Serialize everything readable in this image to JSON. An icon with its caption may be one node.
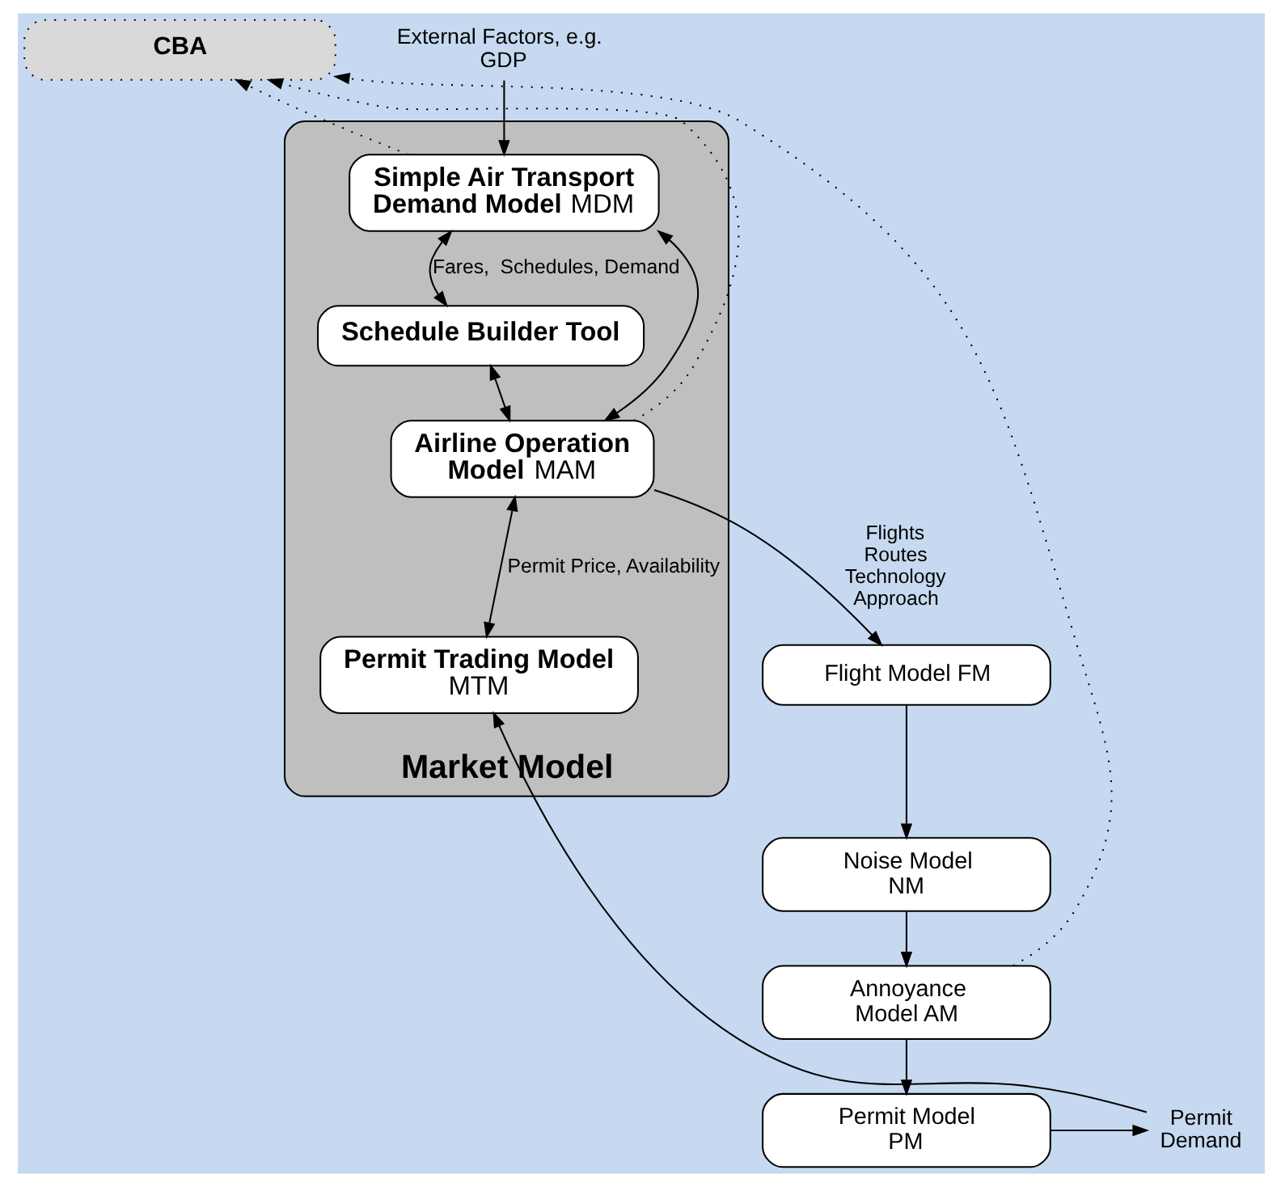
{
  "diagram": {
    "nodes": [
      {
        "text": [
          "Market Model"
        ]
      },
      {
        "text": [
          "External Factors, e.g. GDP"
        ]
      },
      {
        "text": [
          "**Simple Air Transport Demand Model** MDM"
        ],
        "in": 0
      },
      {
        "text": [
          "**Schedule Builder Tool**"
        ],
        "in": 0
      },
      {
        "text": [
          "**Airline Operation Model** MAM"
        ],
        "in": 0
      },
      {
        "text": [
          "**Permit Trading Model** MTM"
        ],
        "in": 0
      },
      {
        "text": [
          "**CBA**"
        ]
      },
      {
        "text": [
          "Flight Model FM"
        ]
      },
      {
        "text": [
          "Noise Model NM"
        ]
      },
      {
        "text": [
          "Annoyance Model AM"
        ]
      },
      {
        "text": [
          "Permit Model PM"
        ]
      },
      {
        "text": [
          "Permit Demand"
        ]
      }
    ],
    "edges": [
      {
        "from": 1,
        "to": 2,
        "arrow": "to"
      },
      {
        "from": 2,
        "to": 3,
        "arrow": "both",
        "label": "Fares,  Schedules, Demand"
      },
      {
        "from": 2,
        "to": 4,
        "arrow": "both"
      },
      {
        "from": 3,
        "to": 4,
        "arrow": "both"
      },
      {
        "from": 4,
        "to": 5,
        "arrow": "both",
        "label": "Permit Price, Availability"
      },
      {
        "from": 2,
        "to": 6,
        "arrow": "to",
        "style": "dashed"
      },
      {
        "from": 4,
        "to": 6,
        "arrow": "to",
        "style": "dashed"
      },
      {
        "from": 9,
        "to": 6,
        "arrow": "to",
        "style": "dashed"
      },
      {
        "from": 4,
        "to": 7,
        "arrow": "to",
        "label": "Flights Routes Technology Approach"
      },
      {
        "from": 7,
        "to": 8,
        "arrow": "to"
      },
      {
        "from": 8,
        "to": 9,
        "arrow": "to"
      },
      {
        "from": 9,
        "to": 10,
        "arrow": "to"
      },
      {
        "from": 10,
        "to": 11,
        "arrow": "to"
      },
      {
        "from": 11,
        "to": 5,
        "arrow": "to"
      }
    ]
  }
}
